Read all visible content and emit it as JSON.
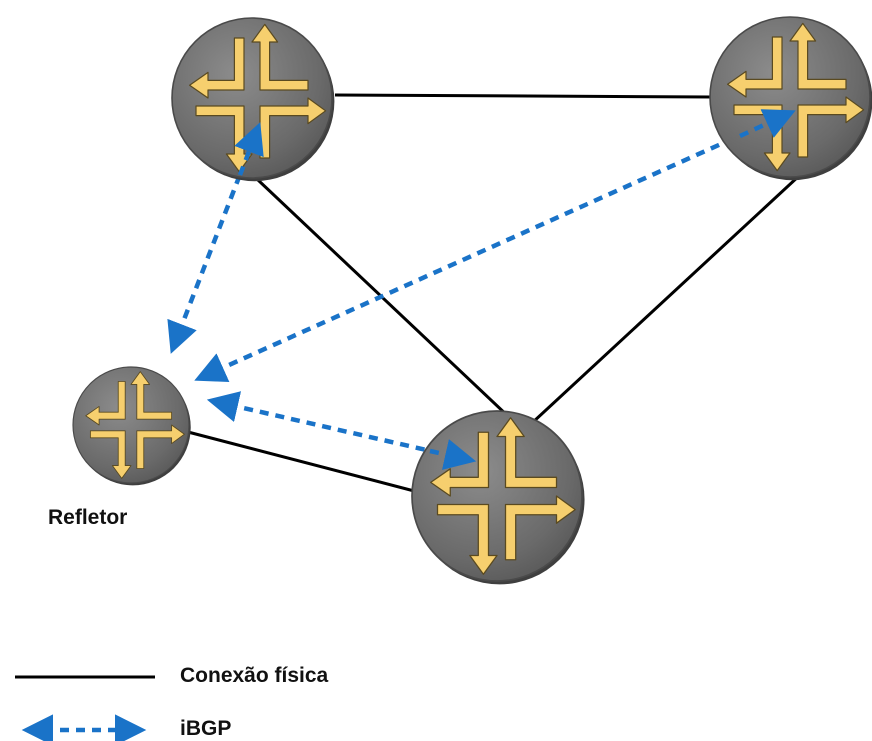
{
  "labels": {
    "reflector": "Refletor"
  },
  "legend": {
    "physical_label": "Conexão física",
    "ibgp_label": "iBGP"
  },
  "colors": {
    "physical_line": "#000000",
    "ibgp_line": "#1a73c8",
    "router_body": "#6e6e6e",
    "router_edge": "#4a4a4a",
    "router_arrow": "#f6cf6e"
  }
}
